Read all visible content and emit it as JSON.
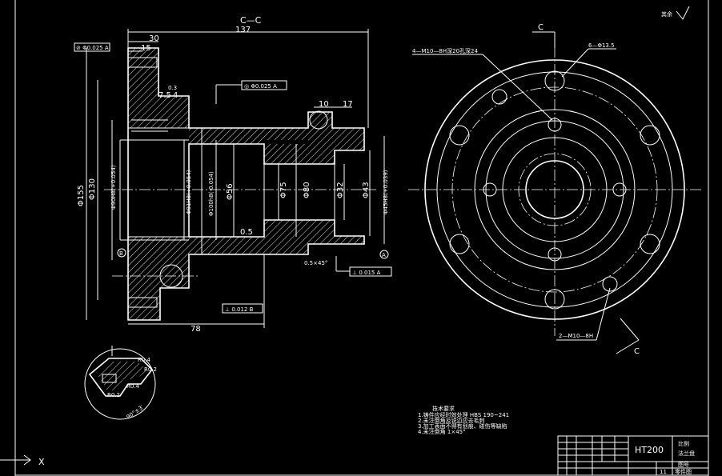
{
  "section_title": "C—C",
  "roughness_note": "其余",
  "dims_top": {
    "d137": "137",
    "d30": "30",
    "d15": "15",
    "d10": "10",
    "d17": "17",
    "d7_5": "7.5",
    "d4": "4",
    "d0_3": "0.3"
  },
  "dims_bottom": {
    "d78": "78",
    "d0_5": "0.5"
  },
  "tolerances": {
    "coax_left": "⊘ Φ0.025 A",
    "coax_top": "◎ Φ0.025 A",
    "runout_right": "⊥ 0.015 A",
    "runout_bottom": "⊥ 0.012 B"
  },
  "diameters_left": [
    "Φ155",
    "Φ130",
    "Φ90H8(+0.054)",
    "Φ91H8(+0.054)",
    "Φ100h8(-0.054)",
    "Φ56"
  ],
  "diameters_right": [
    "Φ75",
    "Φ80",
    "Φ32",
    "Φ43",
    "Φ45H8(+0.039)"
  ],
  "chamfer_note": "0.5×45°",
  "datum_a": "A",
  "datum_b": "B",
  "side_view": {
    "label_c_top": "C",
    "label_c_bottom": "C",
    "holes_tapped_label": "4—M10—8H深20孔深24",
    "holes_label": "6—Φ13.5",
    "tapped2_label": "2—M10—8H"
  },
  "detail": {
    "r04_a": "R0.4",
    "r02_a": "R0.2",
    "r04_b": "R0.4",
    "r02_b": "R0.2",
    "angle": "90°±3′"
  },
  "notes": {
    "title": "技术要求",
    "line1": "1.铸件应经时效处理 HBS 190~241",
    "line2": "2.未注倒角及锐边应去毛刺",
    "line3": "3.加工表面不得有划痕、碰伤等缺陷",
    "line4": "4.未注倒角 1×45°"
  },
  "title_block": {
    "material": "HT200",
    "name": "法兰盘",
    "subtitle": "零件图",
    "small1": "比例",
    "small2": "图号",
    "sheet": "11"
  },
  "footer_x": "X"
}
